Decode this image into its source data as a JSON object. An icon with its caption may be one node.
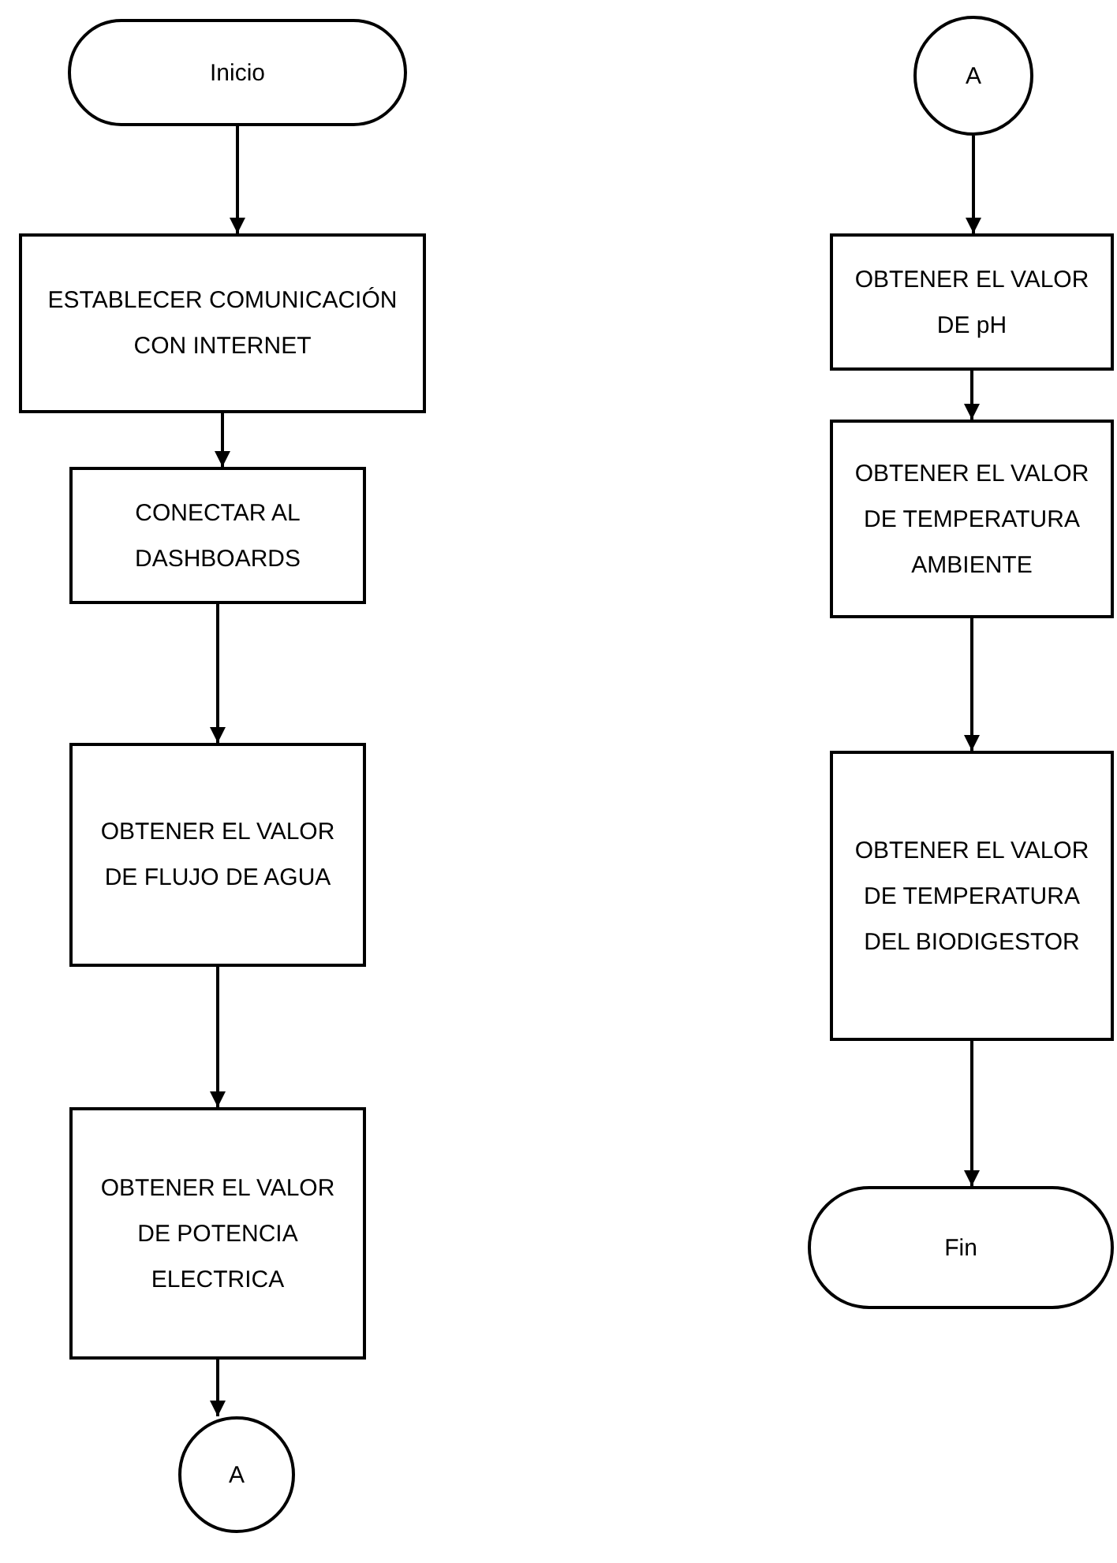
{
  "diagram": {
    "nodes": [
      {
        "text": [
          "Inicio"
        ]
      },
      {
        "text": [
          "ESTABLECER COMUNICACIÓN CON INTERNET"
        ]
      },
      {
        "text": [
          "CONECTAR AL DASHBOARDS"
        ]
      },
      {
        "text": [
          "OBTENER EL VALOR DE FLUJO DE AGUA"
        ]
      },
      {
        "text": [
          "OBTENER EL VALOR DE POTENCIA ELECTRICA"
        ]
      },
      {
        "text": [
          "A"
        ]
      },
      {
        "text": [
          "A"
        ]
      },
      {
        "text": [
          "OBTENER EL VALOR DE pH"
        ]
      },
      {
        "text": [
          "OBTENER EL VALOR DE TEMPERATURA AMBIENTE"
        ]
      },
      {
        "text": [
          "OBTENER EL VALOR DE TEMPERATURA DEL BIODIGESTOR"
        ]
      },
      {
        "text": [
          "Fin"
        ]
      }
    ],
    "edges": [
      {
        "from": 0,
        "to": 1,
        "arrow": "to"
      },
      {
        "from": 1,
        "to": 2,
        "arrow": "to"
      },
      {
        "from": 2,
        "to": 3,
        "arrow": "to"
      },
      {
        "from": 3,
        "to": 4,
        "arrow": "to"
      },
      {
        "from": 4,
        "to": 5,
        "arrow": "to"
      },
      {
        "from": 6,
        "to": 7,
        "arrow": "to"
      },
      {
        "from": 7,
        "to": 8,
        "arrow": "to"
      },
      {
        "from": 8,
        "to": 9,
        "arrow": "to"
      },
      {
        "from": 9,
        "to": 10,
        "arrow": "to"
      }
    ]
  }
}
